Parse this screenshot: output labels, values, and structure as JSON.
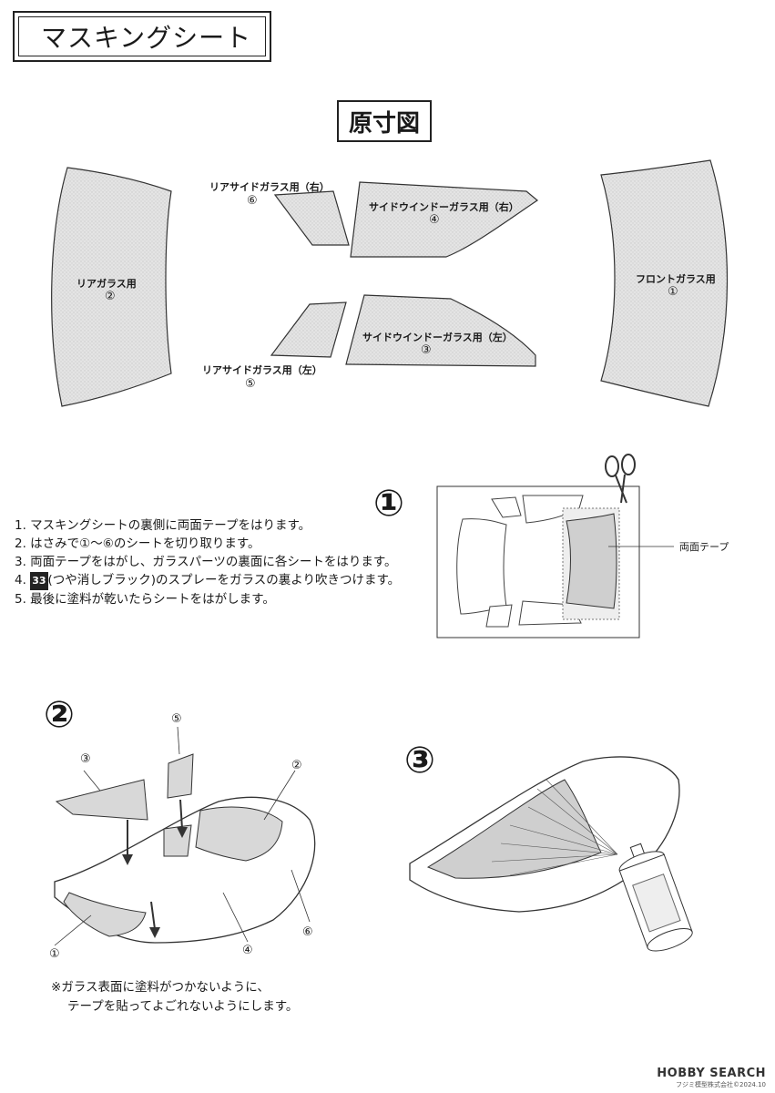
{
  "title": "マスキングシート",
  "template_heading": "原寸図",
  "pieces": {
    "rear_glass": {
      "label": "リアガラス用",
      "num": "②"
    },
    "front_glass": {
      "label": "フロントガラス用",
      "num": "①"
    },
    "rear_side_right": {
      "label": "リアサイドガラス用（右）",
      "num": "⑥"
    },
    "side_window_right": {
      "label": "サイドウインドーガラス用（右）",
      "num": "④"
    },
    "side_window_left": {
      "label": "サイドウインドーガラス用（左）",
      "num": "③"
    },
    "rear_side_left": {
      "label": "リアサイドガラス用（左）",
      "num": "⑤"
    }
  },
  "steps": [
    "1. マスキングシートの裏側に両面テープをはります。",
    "2. はさみで①～⑥のシートを切り取ります。",
    "3. 両面テープをはがし、ガラスパーツの裏面に各シートをはります。",
    "4.",
    "5. 最後に塗料が乾いたらシートをはがします。"
  ],
  "step4_badge": "33",
  "step4_text": "(つや消しブラック)のスプレーをガラスの裏より吹きつけます。",
  "figures": {
    "fig1": {
      "number": "①",
      "callout": "両面テープ"
    },
    "fig2": {
      "number": "②",
      "callouts": [
        "③",
        "⑤",
        "②",
        "①",
        "④",
        "⑥"
      ]
    },
    "fig3": {
      "number": "③"
    }
  },
  "note_lines": [
    "※ガラス表面に塗料がつかないように、",
    "テープを貼ってよごれないようにします。"
  ],
  "footer": {
    "logo": "HOBBY SEARCH",
    "copyright": "フジミ模型株式会社©2024.10"
  }
}
